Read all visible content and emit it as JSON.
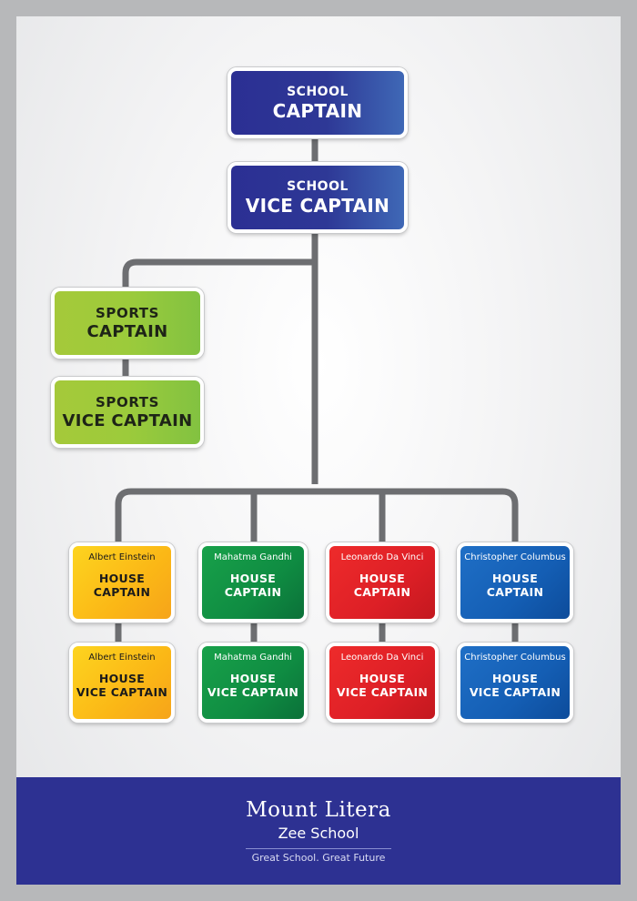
{
  "chart": {
    "school_captain": {
      "line1": "SCHOOL",
      "line2": "CAPTAIN"
    },
    "school_vice_captain": {
      "line1": "SCHOOL",
      "line2": "VICE CAPTAIN"
    },
    "sports_captain": {
      "line1": "SPORTS",
      "line2": "CAPTAIN"
    },
    "sports_vice_captain": {
      "line1": "SPORTS",
      "line2": "VICE CAPTAIN"
    },
    "houses": [
      {
        "name": "Albert Einstein",
        "color": "#fbb716",
        "captain": [
          "HOUSE",
          "CAPTAIN"
        ],
        "vice_captain": [
          "HOUSE",
          "VICE CAPTAIN"
        ]
      },
      {
        "name": "Mahatma Gandhi",
        "color": "#0f8c42",
        "captain": [
          "HOUSE",
          "CAPTAIN"
        ],
        "vice_captain": [
          "HOUSE",
          "VICE CAPTAIN"
        ]
      },
      {
        "name": "Leonardo Da Vinci",
        "color": "#dd1f26",
        "captain": [
          "HOUSE",
          "CAPTAIN"
        ],
        "vice_captain": [
          "HOUSE",
          "VICE CAPTAIN"
        ]
      },
      {
        "name": "Christopher Columbus",
        "color": "#145eb4",
        "captain": [
          "HOUSE",
          "CAPTAIN"
        ],
        "vice_captain": [
          "HOUSE",
          "VICE CAPTAIN"
        ]
      }
    ],
    "colors": {
      "connector": "#6d6e71",
      "school": "#2e3896",
      "sports": "#9ccb3b",
      "footer": "#2d3192"
    }
  },
  "footer": {
    "name": "Mount Litera",
    "school": "Zee School",
    "tagline": "Great School. Great Future"
  }
}
